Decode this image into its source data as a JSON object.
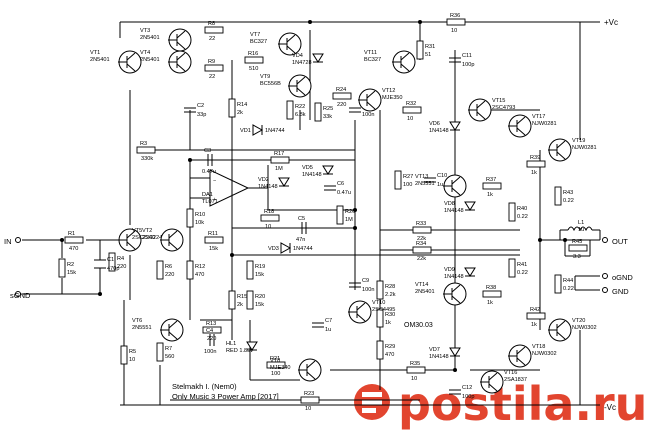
{
  "rails": {
    "pos": "+Vc",
    "neg": "-Vc",
    "ogx": "oGND",
    "gnd": "GND",
    "sgnd": "sGND",
    "in": "IN",
    "out": "OUT"
  },
  "title": {
    "line1": "Stelmakh I. (Nem0)",
    "line2": "Only Music 3 Power Amp [2017]",
    "model": "OM30.03"
  },
  "watermark": {
    "site": "postila.ru",
    "color": "#e2452f"
  },
  "resistors": [
    {
      "ref": "R1",
      "val": "470"
    },
    {
      "ref": "R2",
      "val": "15k"
    },
    {
      "ref": "R3",
      "val": "330k"
    },
    {
      "ref": "R4",
      "val": "220"
    },
    {
      "ref": "R5",
      "val": "10"
    },
    {
      "ref": "R6",
      "val": "220"
    },
    {
      "ref": "R7",
      "val": "560"
    },
    {
      "ref": "R8",
      "val": "22"
    },
    {
      "ref": "R9",
      "val": "22"
    },
    {
      "ref": "R10",
      "val": "10k"
    },
    {
      "ref": "R11",
      "val": "15k"
    },
    {
      "ref": "R12",
      "val": "470"
    },
    {
      "ref": "R13",
      "val": "220"
    },
    {
      "ref": "R14",
      "val": "2k"
    },
    {
      "ref": "R15",
      "val": "2k"
    },
    {
      "ref": "R16",
      "val": "510"
    },
    {
      "ref": "R17",
      "val": "1M"
    },
    {
      "ref": "R18",
      "val": "10"
    },
    {
      "ref": "R19",
      "val": "15k"
    },
    {
      "ref": "R20",
      "val": "15k"
    },
    {
      "ref": "R21",
      "val": "100"
    },
    {
      "ref": "R22",
      "val": "6.8k"
    },
    {
      "ref": "R23",
      "val": "10"
    },
    {
      "ref": "R24",
      "val": "220"
    },
    {
      "ref": "R25",
      "val": "33k"
    },
    {
      "ref": "R26",
      "val": "1M"
    },
    {
      "ref": "R27",
      "val": "100"
    },
    {
      "ref": "R28",
      "val": "2.2k"
    },
    {
      "ref": "R29",
      "val": "470"
    },
    {
      "ref": "R30",
      "val": "1k"
    },
    {
      "ref": "R31",
      "val": "51"
    },
    {
      "ref": "R32",
      "val": "10"
    },
    {
      "ref": "R33",
      "val": "22k"
    },
    {
      "ref": "R34",
      "val": "22k"
    },
    {
      "ref": "R35",
      "val": "10"
    },
    {
      "ref": "R36",
      "val": "10"
    },
    {
      "ref": "R37",
      "val": "1k"
    },
    {
      "ref": "R38",
      "val": "1k"
    },
    {
      "ref": "R39",
      "val": "1k"
    },
    {
      "ref": "R40",
      "val": "0.22"
    },
    {
      "ref": "R41",
      "val": "0.22"
    },
    {
      "ref": "R42",
      "val": "1k"
    },
    {
      "ref": "R43",
      "val": "0.22"
    },
    {
      "ref": "R44",
      "val": "0.22"
    },
    {
      "ref": "R45",
      "val": "3.3"
    }
  ],
  "capacitors": [
    {
      "ref": "C1",
      "val": "470p"
    },
    {
      "ref": "C2",
      "val": "33p"
    },
    {
      "ref": "C3",
      "val": "0.47u"
    },
    {
      "ref": "C4",
      "val": "100n"
    },
    {
      "ref": "C5",
      "val": "47n"
    },
    {
      "ref": "C6",
      "val": "0.47u"
    },
    {
      "ref": "C7",
      "val": "1u"
    },
    {
      "ref": "C8",
      "val": "100n"
    },
    {
      "ref": "C9",
      "val": "100n"
    },
    {
      "ref": "C10",
      "val": "1u"
    },
    {
      "ref": "C11",
      "val": "100p"
    },
    {
      "ref": "C12",
      "val": "100p"
    }
  ],
  "transistors": [
    {
      "ref": "VT1",
      "type": "2N5401"
    },
    {
      "ref": "VT2",
      "type": "2SC2240"
    },
    {
      "ref": "VT3",
      "type": "2N5401"
    },
    {
      "ref": "VT4",
      "type": "2N5401"
    },
    {
      "ref": "VT5",
      "type": "2SC2240"
    },
    {
      "ref": "VT6",
      "type": "2N5551"
    },
    {
      "ref": "VT7",
      "type": "BC327"
    },
    {
      "ref": "VT8",
      "type": "MJE340"
    },
    {
      "ref": "VT9",
      "type": "BC556B"
    },
    {
      "ref": "VT10",
      "type": "2SC4495"
    },
    {
      "ref": "VT11",
      "type": "BC327"
    },
    {
      "ref": "VT12",
      "type": "MJE350"
    },
    {
      "ref": "VT13",
      "type": "2N5551"
    },
    {
      "ref": "VT14",
      "type": "2N5401"
    },
    {
      "ref": "VT15",
      "type": "2SC4793"
    },
    {
      "ref": "VT16",
      "type": "2SA1837"
    },
    {
      "ref": "VT17",
      "type": "NJW0281"
    },
    {
      "ref": "VT18",
      "type": "NJW0302"
    },
    {
      "ref": "VT19",
      "type": "NJW0281"
    },
    {
      "ref": "VT20",
      "type": "NJW0302"
    }
  ],
  "diodes": [
    {
      "ref": "VD1",
      "type": "1N4744"
    },
    {
      "ref": "VD2",
      "type": "1N4148"
    },
    {
      "ref": "VD3",
      "type": "1N4744"
    },
    {
      "ref": "VD4",
      "type": "1N4728"
    },
    {
      "ref": "VD5",
      "type": "1N4148"
    },
    {
      "ref": "VD6",
      "type": "1N4148"
    },
    {
      "ref": "VD7",
      "type": "1N4148"
    },
    {
      "ref": "VD8",
      "type": "1N4148"
    },
    {
      "ref": "VD9",
      "type": "1N4148"
    },
    {
      "ref": "HL1",
      "type": "RED 1.85v"
    }
  ],
  "misc": [
    {
      "ref": "DA1",
      "type": "TL071"
    },
    {
      "ref": "L1",
      "type": "1u"
    }
  ]
}
